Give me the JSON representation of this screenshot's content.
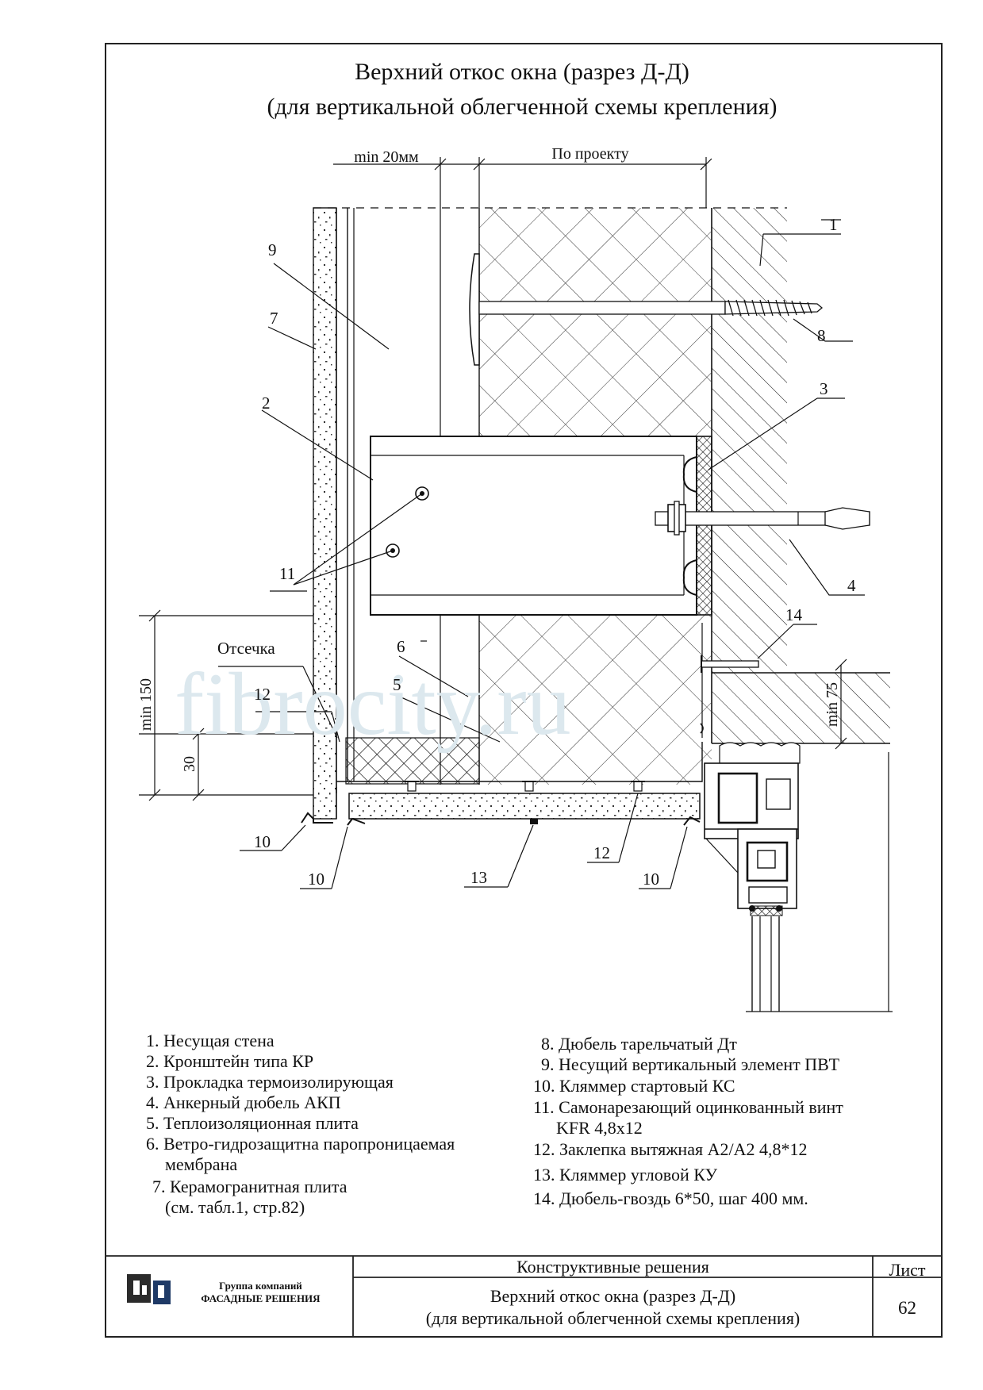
{
  "title": {
    "line1": "Верхний откос окна (разрез Д-Д)",
    "line2": "(для вертикальной облегченной схемы крепления)"
  },
  "dimensions": {
    "gap": "min 20мм",
    "insulation": "По проекту",
    "height_150": "min 150",
    "height_30": "30",
    "height_75": "min 75"
  },
  "callouts": {
    "c1": "1",
    "c2": "2",
    "c3": "3",
    "c4": "4",
    "c5": "5",
    "c6": "6",
    "c7": "7",
    "c8": "8",
    "c9": "9",
    "c10a": "10",
    "c10b": "10",
    "c10c": "10",
    "c11": "11",
    "c12a": "12",
    "c12b": "12",
    "c13": "13",
    "c14": "14",
    "otsechka": "Отсечка"
  },
  "watermark": "fibrocity.ru",
  "legend_left": [
    "1. Несущая стена",
    "2. Кронштейн типа КР",
    "3. Прокладка термоизолирующая",
    "4. Анкерный дюбель АКП",
    "5. Теплоизоляционная плита",
    "6. Ветро-гидрозащитна паропроницаемая",
    "мембрана",
    "7. Керамогранитная плита",
    "(см. табл.1, стр.82)"
  ],
  "legend_right": [
    "8. Дюбель тарельчатый Дт",
    "9. Несущий вертикальный элемент ПВТ",
    "10. Кляммер стартовый КС",
    "11. Самонарезающий оцинкованный винт",
    "KFR 4,8x12",
    "12. Заклепка вытяжная А2/А2 4,8*12",
    "13. Кляммер угловой КУ",
    "14. Дюбель-гвоздь 6*50, шаг 400 мм."
  ],
  "title_block": {
    "company_line1": "Группа компаний",
    "company_line2": "ФАСАДНЫЕ РЕШЕНИЯ",
    "section": "Конструктивные решения",
    "sheet_label": "Лист",
    "sheet_number": "62",
    "drawing_title_1": "Верхний откос окна (разрез Д-Д)",
    "drawing_title_2": "(для вертикальной облегченной схемы крепления)"
  }
}
